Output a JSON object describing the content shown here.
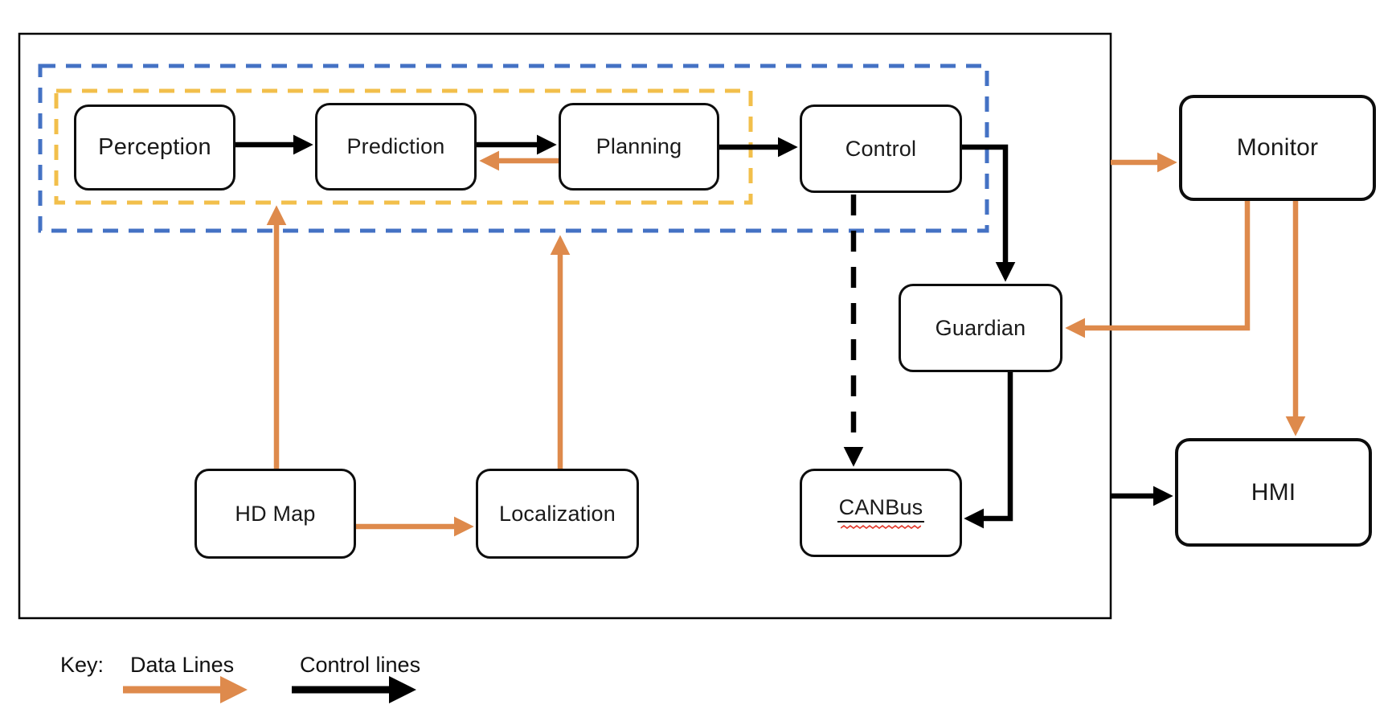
{
  "diagram": {
    "nodes": {
      "perception": {
        "label": "Perception"
      },
      "prediction": {
        "label": "Prediction"
      },
      "planning": {
        "label": "Planning"
      },
      "control": {
        "label": "Control"
      },
      "guardian": {
        "label": "Guardian"
      },
      "canbus": {
        "label": "CANBus",
        "spellcheck_underline": true
      },
      "hdmap": {
        "label": "HD Map"
      },
      "localization": {
        "label": "Localization"
      },
      "monitor": {
        "label": "Monitor"
      },
      "hmi": {
        "label": "HMI"
      }
    },
    "groups": {
      "outer_system_box": {
        "border_color": "#000000",
        "style": "solid"
      },
      "blue_dashed_group": {
        "border_color": "#4472C4",
        "style": "dashed",
        "contains": [
          "Perception",
          "Prediction",
          "Planning",
          "Control"
        ]
      },
      "yellow_dashed_group": {
        "border_color": "#F2BF4B",
        "style": "dashed",
        "contains": [
          "Perception",
          "Prediction",
          "Planning"
        ]
      }
    },
    "edges": [
      {
        "from": "Perception",
        "to": "Prediction",
        "type": "control"
      },
      {
        "from": "Prediction",
        "to": "Planning",
        "type": "control"
      },
      {
        "from": "Planning",
        "to": "Prediction",
        "type": "data"
      },
      {
        "from": "Planning",
        "to": "Control",
        "type": "control"
      },
      {
        "from": "Control",
        "to": "Guardian",
        "type": "control"
      },
      {
        "from": "Control",
        "to": "CANBus",
        "type": "control",
        "style": "dashed"
      },
      {
        "from": "Guardian",
        "to": "CANBus",
        "type": "control"
      },
      {
        "from": "HD Map",
        "to": "yellow dashed group",
        "type": "data"
      },
      {
        "from": "HD Map",
        "to": "Localization",
        "type": "data"
      },
      {
        "from": "Localization",
        "to": "blue dashed group",
        "type": "data"
      },
      {
        "from": "outer system box",
        "to": "Monitor",
        "type": "data"
      },
      {
        "from": "Monitor",
        "to": "Guardian",
        "type": "data"
      },
      {
        "from": "Monitor",
        "to": "HMI",
        "type": "data"
      },
      {
        "from": "outer system box",
        "to": "HMI",
        "type": "control"
      }
    ],
    "legend": {
      "key_label": "Key:",
      "data_lines_label": "Data Lines",
      "control_lines_label": "Control lines"
    },
    "colors": {
      "data_line": "#DE8A4C",
      "control_line": "#000000",
      "blue_group_border": "#4472C4",
      "yellow_group_border": "#F2BF4B",
      "spellcheck_red": "#E23B2E"
    }
  }
}
